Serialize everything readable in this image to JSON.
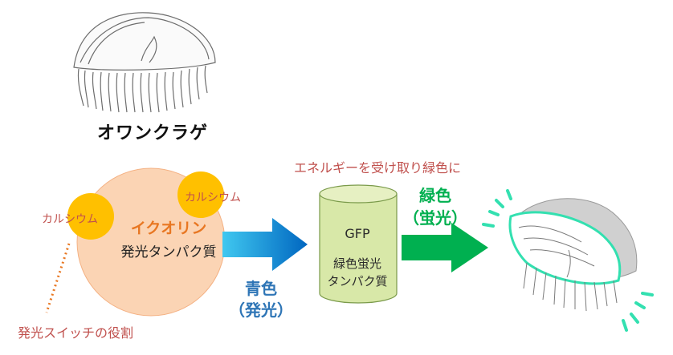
{
  "jellyfish_name": "オワンクラゲ",
  "energy_note": "エネルギーを受け取り緑色に",
  "aequorin": {
    "name": "イクオリン",
    "desc": "発光タンパク質"
  },
  "calcium": {
    "left": "カルシウム",
    "right": "カルシウム"
  },
  "switch_note": "発光スイッチの役割",
  "blue_light": {
    "line1": "青色",
    "line2": "（発光）"
  },
  "gfp": {
    "name": "GFP",
    "desc_line1": "緑色蛍光",
    "desc_line2": "タンパク質"
  },
  "green_light": {
    "line1": "緑色",
    "line2": "（蛍光）"
  },
  "colors": {
    "energy_text": "#c0504d",
    "aequorin_text": "#e87722",
    "protein_circle": "#fbd4b4",
    "calcium_ball": "#ffc000",
    "blue_arrow": "#0070c0",
    "green_arrow": "#00b050",
    "cylinder": "#d8e8a8",
    "glow": "#33e0b0"
  },
  "icons": [
    "jellyfish-sketch-icon",
    "glowing-jellyfish-icon"
  ]
}
